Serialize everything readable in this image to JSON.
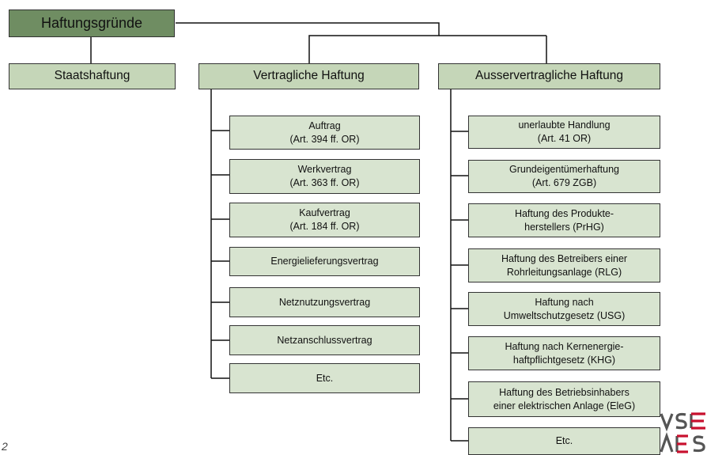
{
  "root": "Haftungsgründe",
  "branches": {
    "staat": "Staatshaftung",
    "vertrag": "Vertragliche Haftung",
    "ausser": "Ausservertragliche Haftung"
  },
  "vertrag_items": [
    "Auftrag\n(Art. 394 ff. OR)",
    "Werkvertrag\n(Art. 363 ff. OR)",
    "Kaufvertrag\n(Art. 184 ff. OR)",
    "Energielieferungsvertrag",
    "Netznutzungsvertrag",
    "Netzanschlussvertrag",
    "Etc."
  ],
  "ausser_items": [
    "unerlaubte Handlung\n(Art. 41 OR)",
    "Grundeigentümerhaftung\n(Art. 679 ZGB)",
    "Haftung des Produkte-\nherstellers (PrHG)",
    "Haftung des Betreibers einer\nRohrleitungsanlage (RLG)",
    "Haftung nach\nUmweltschutzgesetz (USG)",
    "Haftung nach Kernenergie-\nhaftpflichtgesetz (KHG)",
    "Haftung des Betriebsinhabers\neiner elektrischen Anlage (EleG)",
    "Etc."
  ],
  "page_number": "2",
  "logo": {
    "top": "VSE",
    "bottom": "AES"
  },
  "colors": {
    "root_fill": "#6f8d62",
    "branch_fill": "#c5d6b8",
    "item_fill": "#d8e4d0",
    "logo_red": "#c8102e",
    "logo_grey": "#555555"
  }
}
